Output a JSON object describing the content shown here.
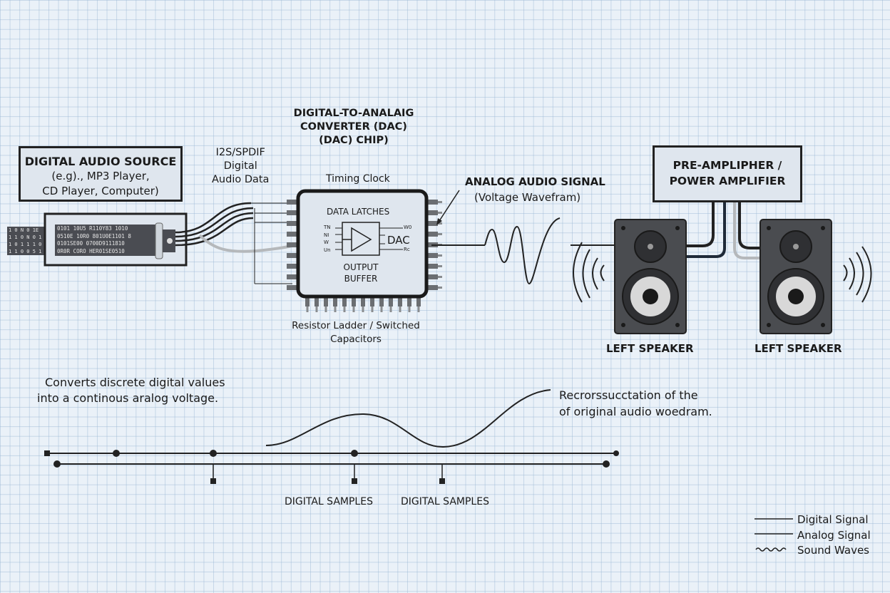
{
  "source": {
    "title": "DIGITAL AUDIO SOURCE",
    "line2": "(e.g)., MP3 Player,",
    "line3": "CD Player, Computer)",
    "data_rows": [
      "0101 10U5 R110Y83 1010",
      "0510E 10R0 801U0E1101 8",
      "0101SE00 0700D9111810",
      "0R0R CORO HER01SE0510"
    ],
    "strip_rows": [
      "1 0 N 0 1E",
      "1 1 0 N 0 1",
      "1 0 1 1 1 0",
      "1 1 0 0 5 1"
    ]
  },
  "interface_label": {
    "line1": "I2S/SPDIF",
    "line2": "Digital",
    "line3": "Audio Data"
  },
  "dac": {
    "title_line1": "DIGITAL-TO-ANALAIG",
    "title_line2": "CONVERTER (DAC)",
    "title_line3": "(DAC) CHIP)",
    "timing_clock": "Timing Clock",
    "data_latches": "DATA LATCHES",
    "inner_label": "DAC",
    "output_buffer_1": "OUTPUT",
    "output_buffer_2": "BUFFER",
    "pins_left": [
      "TN",
      "NI",
      "W",
      "Un"
    ],
    "pins_right": [
      "W0",
      "Rc"
    ],
    "bottom_line1": "Resistor Ladder / Switched",
    "bottom_line2": "Capacitors"
  },
  "analog": {
    "title": "ANALOG AUDIO SIGNAL",
    "subtitle": "(Voltage Wavefram)"
  },
  "amplifier": {
    "line1": "PRE-AMPLIPHER /",
    "line2": "POWER AMPLIFIER"
  },
  "speakers": [
    {
      "label": "LEFT SPEAKER"
    },
    {
      "label": "LEFT SPEAKER"
    }
  ],
  "bottom": {
    "desc_line1": "Converts discrete digital values",
    "desc_line2": "into a continous aralog voltage.",
    "recon_line1": "Recrorssucctation of the",
    "recon_line2": "of original audio woedram.",
    "samples_label_1": "DIGITAL SAMPLES",
    "samples_label_2": "DIGITAL SAMPLES"
  },
  "legend": [
    {
      "label": "Digital Signal",
      "style": "line"
    },
    {
      "label": "Analog Signal",
      "style": "line"
    },
    {
      "label": "Sound Waves",
      "style": "wavy"
    }
  ],
  "colors": {
    "background": "#eaf1f8",
    "box_fill": "#dfe6ee",
    "speaker_body": "#4a4c50",
    "woofer_cone": "#d8d8d8"
  }
}
